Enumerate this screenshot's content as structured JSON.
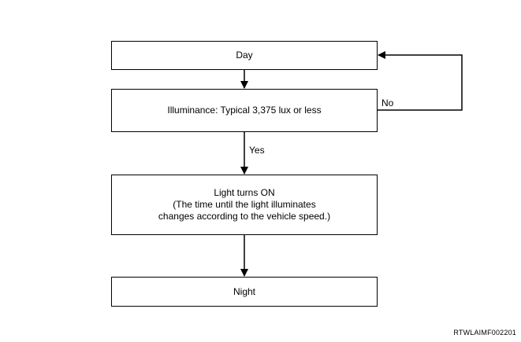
{
  "nodes": {
    "day": "Day",
    "illuminance": "Illuminance: Typical 3,375 lux or less",
    "light_on": {
      "line1": "Light turns ON",
      "line2": "(The time until the light illuminates",
      "line3": "changes according to the vehicle speed.)"
    },
    "night": "Night"
  },
  "edges": {
    "no_label": "No",
    "yes_label": "Yes"
  },
  "figure_code": "RTWLAIMF002201"
}
